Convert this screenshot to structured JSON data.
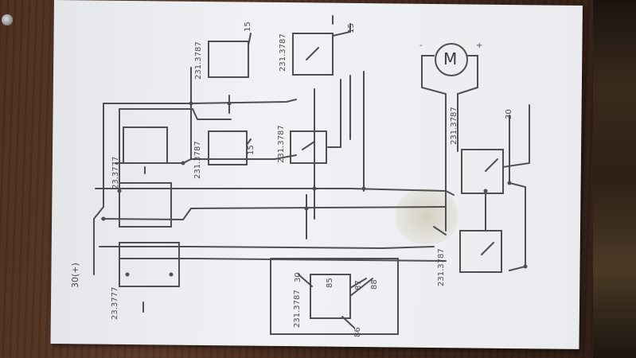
{
  "labels": {
    "power_in": "30(+)",
    "relay_top1": "231.3787",
    "relay_top2": "231.3787",
    "relay_mid1": "231.3787",
    "relay_mid2": "231.3787",
    "relay_right1": "231.3787",
    "relay_right2": "231.3787",
    "switch_top": "23.3777",
    "switch_bottom": "23.3777",
    "legend_code": "231.3787",
    "pin_15_a": "15",
    "pin_15_b": "15",
    "pin_15_c": "15",
    "pin_30_right": "30",
    "pin_30_legend": "30",
    "pin_85": "85",
    "pin_87": "87",
    "pin_88": "88",
    "pin_86": "86",
    "motor": "M",
    "motor_minus": "-",
    "motor_plus": "+"
  },
  "colors": {
    "paper": "#eef0f3",
    "ink": "#4a4a4a",
    "table": "#4a2e1f"
  }
}
